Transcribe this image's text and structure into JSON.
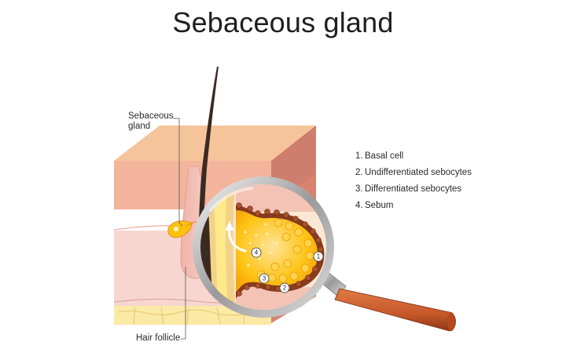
{
  "title": "Sebaceous gland",
  "labels": {
    "sebaceous_gland": "Sebaceous\ngland",
    "hair_follicle": "Hair follicle"
  },
  "legend": [
    {
      "num": "1.",
      "text": "Basal cell"
    },
    {
      "num": "2.",
      "text": "Undifferentiated sebocytes"
    },
    {
      "num": "3.",
      "text": "Differentiated sebocytes"
    },
    {
      "num": "4.",
      "text": "Sebum"
    }
  ],
  "markers": [
    "1",
    "2",
    "3",
    "4"
  ],
  "colors": {
    "skin_top": "#f6c49a",
    "epidermis": "#f3b59c",
    "dermis": "#f7d6cf",
    "fat": "#fbe9a6",
    "gland_yellow": "#ffc20e",
    "basal_brown": "#8a3b1e",
    "handle": "#c6582a"
  }
}
